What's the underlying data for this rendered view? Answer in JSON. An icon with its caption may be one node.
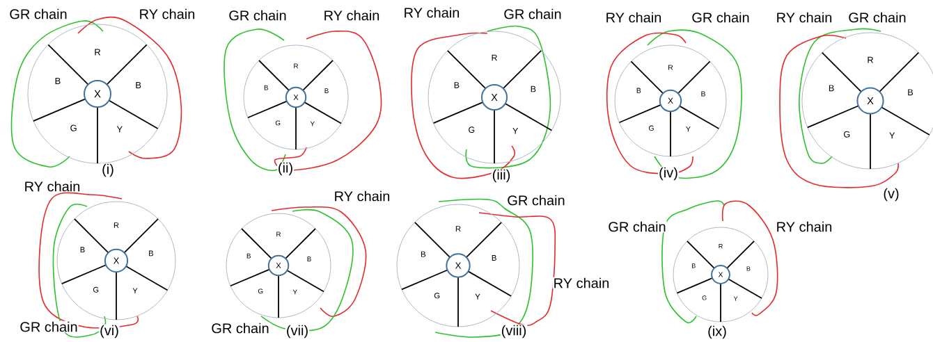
{
  "diagram": {
    "nodes": [
      {
        "text": [
          "R",
          "B",
          "B",
          "G",
          "Y"
        ],
        "beside": [
          "(i)"
        ]
      },
      {
        "text": [
          "X"
        ],
        "in": 0
      },
      {
        "text": [
          "R",
          "B",
          "B",
          "G",
          "Y"
        ],
        "beside": [
          "(ii)"
        ]
      },
      {
        "text": [
          "X"
        ],
        "in": 2
      },
      {
        "text": [
          "R",
          "B",
          "B",
          "G",
          "Y"
        ],
        "beside": [
          "(iii)"
        ]
      },
      {
        "text": [
          "X"
        ],
        "in": 4
      },
      {
        "text": [
          "R",
          "B",
          "B",
          "G",
          "Y"
        ],
        "beside": [
          "(iv)"
        ]
      },
      {
        "text": [
          "X"
        ],
        "in": 6
      },
      {
        "text": [
          "R",
          "B",
          "B",
          "G",
          "Y"
        ],
        "beside": [
          "(v)"
        ]
      },
      {
        "text": [
          "X"
        ],
        "in": 8
      },
      {
        "text": [
          "R",
          "B",
          "B",
          "G",
          "Y"
        ],
        "beside": [
          "(vi)"
        ]
      },
      {
        "text": [
          "X"
        ],
        "in": 10
      },
      {
        "text": [
          "R",
          "B",
          "B",
          "G",
          "Y"
        ],
        "beside": [
          "(vii)"
        ]
      },
      {
        "text": [
          "X"
        ],
        "in": 12
      },
      {
        "text": [
          "R",
          "B",
          "B",
          "G",
          "Y"
        ],
        "beside": [
          "(viii)"
        ]
      },
      {
        "text": [
          "X"
        ],
        "in": 14
      },
      {
        "text": [
          "R",
          "B",
          "B",
          "G",
          "Y"
        ],
        "beside": [
          "(ix)"
        ]
      },
      {
        "text": [
          "X"
        ],
        "in": 16
      }
    ],
    "labels": [
      "GR chain",
      "RY chain",
      "GR chain",
      "RY chain",
      "RY chain",
      "GR chain",
      "RY chain",
      "GR chain",
      "RY chain",
      "GR chain",
      "RY chain",
      "RY chain",
      "GR chain",
      "GR chain",
      "RY chain",
      "RY chain",
      "GR chain",
      "GR chain"
    ]
  }
}
